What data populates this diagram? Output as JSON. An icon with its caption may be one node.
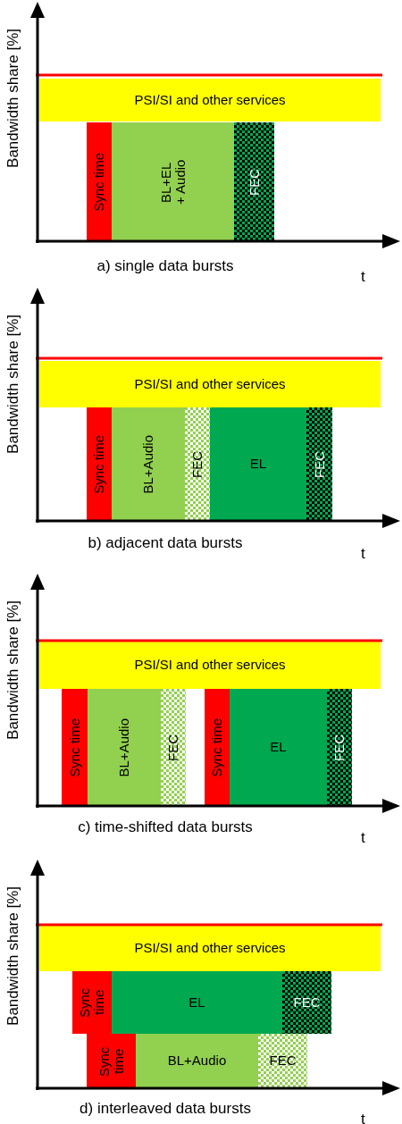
{
  "diagram": {
    "nodes": [
      {
        "text": [
          "PSI/SI and other services"
        ]
      },
      {
        "text": [
          "Sync time"
        ]
      },
      {
        "text": [
          "BL+EL + Audio"
        ]
      },
      {
        "text": [
          "FEC"
        ]
      },
      {
        "text": [
          "PSI/SI and other services"
        ]
      },
      {
        "text": [
          "Sync time"
        ]
      },
      {
        "text": [
          "BL+Audio"
        ]
      },
      {
        "text": [
          "FEC"
        ]
      },
      {
        "text": [
          "EL"
        ]
      },
      {
        "text": [
          "FEC"
        ]
      },
      {
        "text": [
          "PSI/SI and other services"
        ]
      },
      {
        "text": [
          "Sync time"
        ]
      },
      {
        "text": [
          "BL+Audio"
        ]
      },
      {
        "text": [
          "FEC"
        ]
      },
      {
        "text": [
          "Sync time"
        ]
      },
      {
        "text": [
          "EL"
        ]
      },
      {
        "text": [
          "FEC"
        ]
      },
      {
        "text": [
          "PSI/SI and other services"
        ]
      },
      {
        "text": [
          "Sync time"
        ]
      },
      {
        "text": [
          "EL"
        ]
      },
      {
        "text": [
          "FEC"
        ]
      },
      {
        "text": [
          "Sync time"
        ]
      },
      {
        "text": [
          "BL+Audio"
        ]
      },
      {
        "text": [
          "FEC"
        ]
      }
    ],
    "labels": [
      "Bandwidth share [%]",
      "a) single data bursts",
      "t",
      "Bandwidth share [%]",
      "b) adjacent data bursts",
      "t",
      "Bandwidth share [%]",
      "c) time-shifted data bursts",
      "t",
      "Bandwidth share [%]",
      "d) interleaved data bursts",
      "t"
    ]
  }
}
